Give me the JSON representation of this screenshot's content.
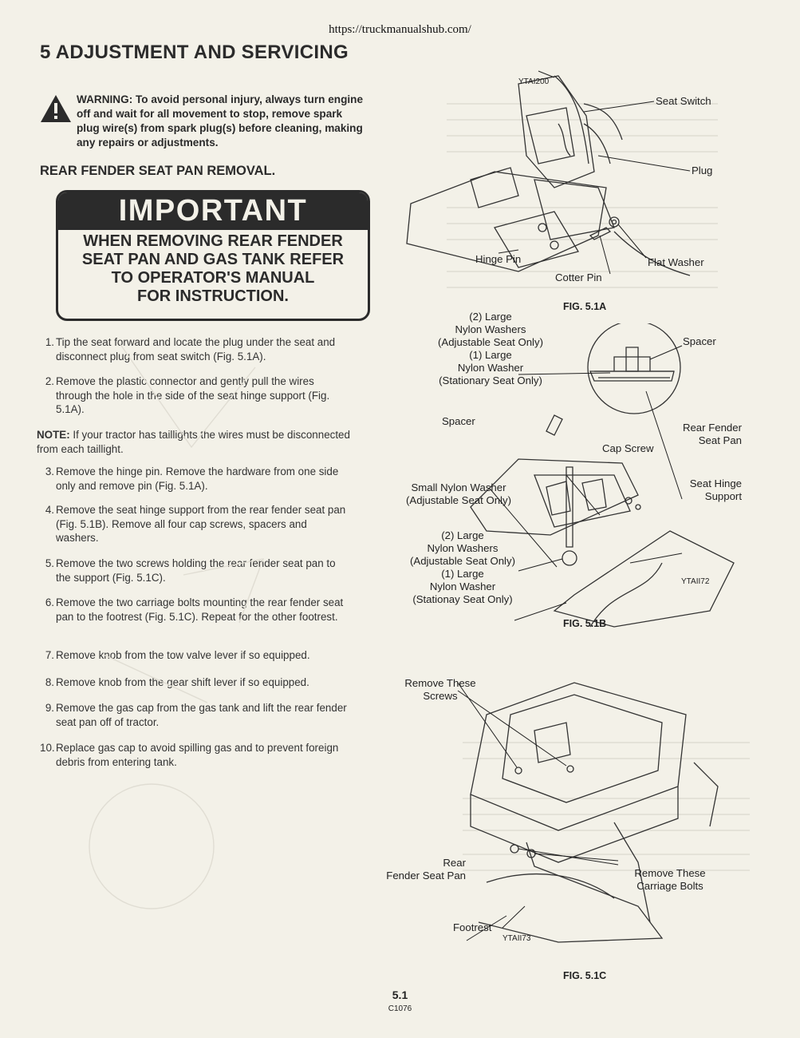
{
  "header": {
    "url": "https://truckmanualshub.com/",
    "section_title": "5 ADJUSTMENT AND SERVICING"
  },
  "warning": {
    "text": "WARNING: To avoid personal injury, always turn engine off and wait for all movement to stop, remove spark plug wire(s) from spark plug(s) before cleaning, making any repairs or adjustments."
  },
  "subhead": "REAR FENDER SEAT PAN REMOVAL.",
  "important_box": {
    "title": "IMPORTANT",
    "lines": [
      "WHEN REMOVING REAR FENDER",
      "SEAT PAN AND GAS TANK REFER",
      "TO OPERATOR'S MANUAL",
      "FOR INSTRUCTION."
    ]
  },
  "steps": [
    {
      "num": "1.",
      "text": "Tip the seat forward and locate the plug under the seat and disconnect plug from seat switch (Fig. 5.1A)."
    },
    {
      "num": "2.",
      "text": "Remove the plastic connector and gently pull the wires through the hole in the side of the seat hinge support (Fig. 5.1A)."
    },
    {
      "num": "3.",
      "text": "Remove the hinge pin. Remove the hardware from one side only and remove pin (Fig. 5.1A)."
    },
    {
      "num": "4.",
      "text": "Remove the seat hinge support from the rear fender seat pan (Fig. 5.1B). Remove all four cap screws, spacers and washers."
    },
    {
      "num": "5.",
      "text": "Remove the two screws holding the rear fender seat pan to the support (Fig. 5.1C)."
    },
    {
      "num": "6.",
      "text": "Remove the two carriage bolts mounting the rear fender seat pan to the footrest (Fig. 5.1C). Repeat for the other footrest."
    },
    {
      "num": "7.",
      "text": "Remove knob from the tow valve lever if so equipped."
    },
    {
      "num": "8.",
      "text": "Remove knob from the gear shift lever if so equipped."
    },
    {
      "num": "9.",
      "text": "Remove the gas cap from the gas tank and lift the rear fender seat pan off of tractor."
    },
    {
      "num": "10.",
      "text": "Replace gas cap to avoid spilling gas and to prevent foreign debris from entering tank."
    }
  ],
  "note": {
    "label": "NOTE:",
    "text": " If your tractor has taillights the wires must be disconnected from each taillight."
  },
  "fig_a": {
    "code": "YTAI200",
    "caption": "FIG. 5.1A",
    "labels": {
      "seat_switch": "Seat Switch",
      "plug": "Plug",
      "hinge_pin": "Hinge Pin",
      "flat_washer": "Flat Washer",
      "cotter_pin": "Cotter Pin"
    }
  },
  "fig_b": {
    "code": "YTAII72",
    "caption": "FIG. 5.1B",
    "labels": {
      "large_washers_top": [
        "(2) Large",
        "Nylon Washers",
        "(Adjustable Seat Only)",
        "(1) Large",
        "Nylon Washer",
        "(Stationary Seat Only)"
      ],
      "spacer_right": "Spacer",
      "spacer_left": "Spacer",
      "rear_fender_seat_pan": [
        "Rear Fender",
        "Seat Pan"
      ],
      "cap_screw": "Cap Screw",
      "small_washer": [
        "Small Nylon Washer",
        "(Adjustable Seat Only)"
      ],
      "seat_hinge_support": [
        "Seat Hinge",
        "Support"
      ],
      "large_washers_bottom": [
        "(2) Large",
        "Nylon Washers",
        "(Adjustable Seat Only)",
        "(1) Large",
        "Nylon Washer",
        "(Stationay Seat Only)"
      ]
    }
  },
  "fig_c": {
    "code": "YTAII73",
    "caption": "FIG. 5.1C",
    "labels": {
      "remove_screws": [
        "Remove These",
        "Screws"
      ],
      "rear_pan": [
        "Rear",
        "Fender Seat Pan"
      ],
      "carriage_bolts": [
        "Remove These",
        "Carriage Bolts"
      ],
      "footrest": "Footrest"
    }
  },
  "footer": {
    "page": "5.1",
    "code": "C1076"
  }
}
